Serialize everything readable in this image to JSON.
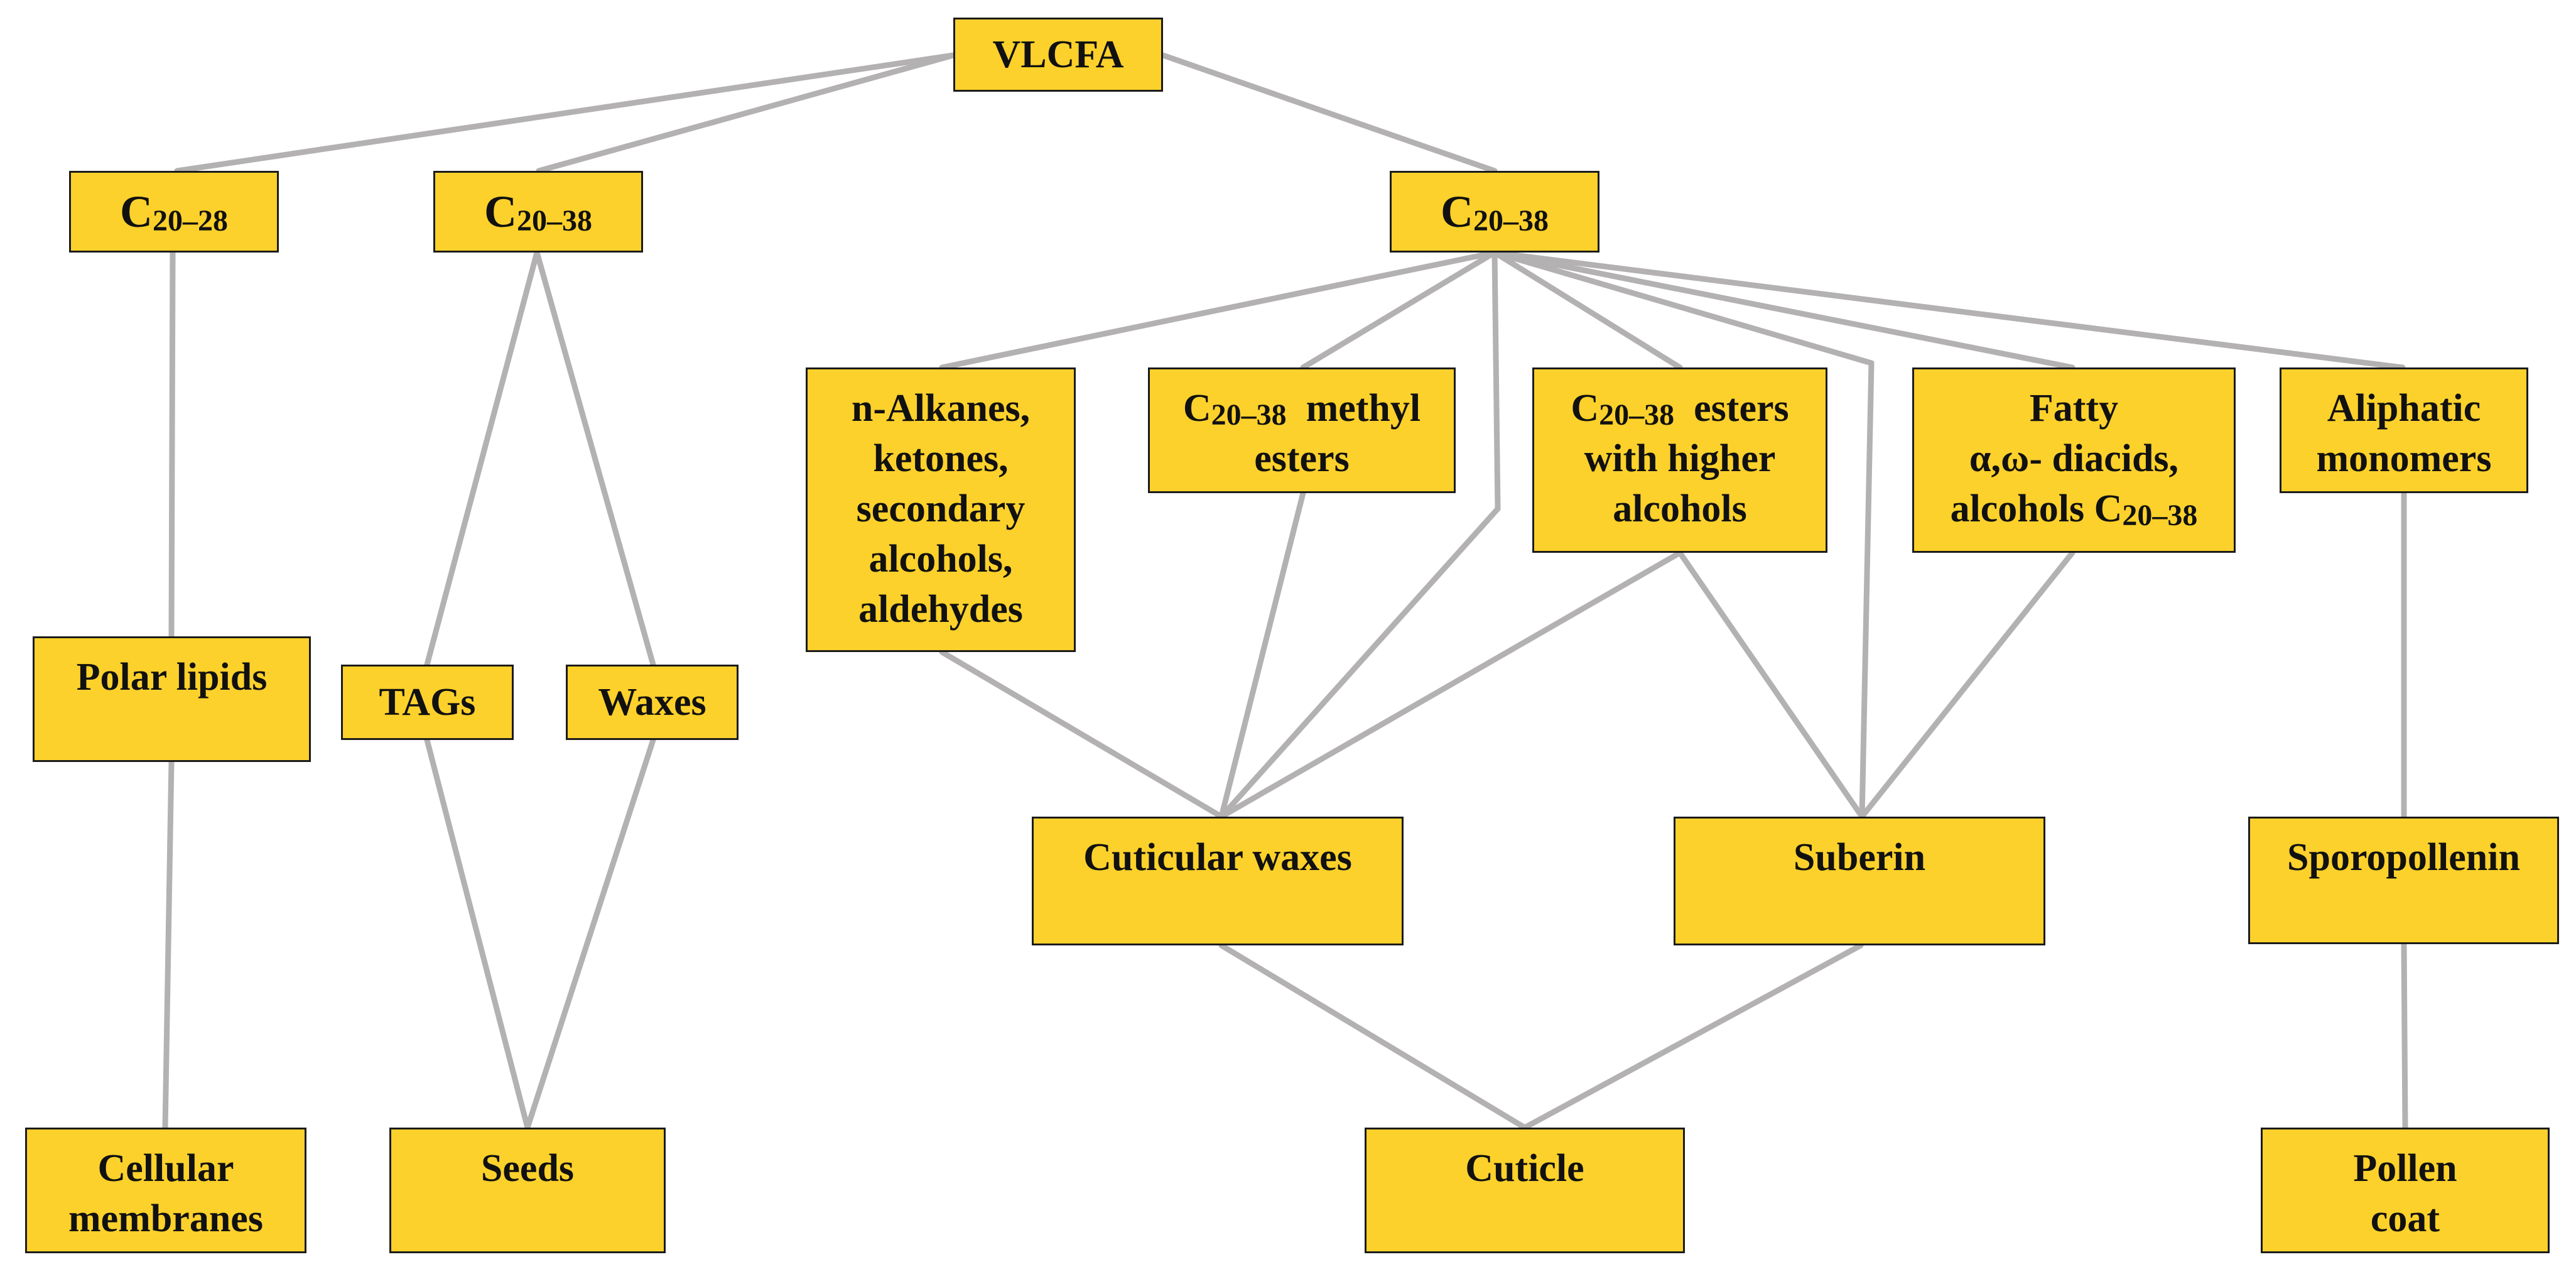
{
  "colors": {
    "node_fill": "#fdd12b",
    "node_border": "#1b1b1b",
    "edge": "#b3b1b2",
    "text": "#111111"
  },
  "nodes": {
    "vlcfa": {
      "lines": [
        "VLCFA"
      ]
    },
    "c20_28": {
      "main": "C",
      "sub": "20–28"
    },
    "c20_38_left": {
      "main": "C",
      "sub": "20–38"
    },
    "c20_38_right": {
      "main": "C",
      "sub": "20–38"
    },
    "alkanes": {
      "lines": [
        "n-Alkanes,",
        "ketones,",
        "secondary",
        "alcohols,",
        "aldehydes"
      ]
    },
    "methyl_esters": {
      "l1_main": "C",
      "l1_sub": "20–38",
      "l1_rest": "  methyl",
      "l2": "esters"
    },
    "esters_higher": {
      "l1_main": "C",
      "l1_sub": "20–38",
      "l1_rest": "  esters",
      "l2": "with higher",
      "l3": "alcohols"
    },
    "fatty": {
      "l1": "Fatty",
      "l2": "α,ω- diacids,",
      "l3_main": "alcohols C",
      "l3_sub": "20–38"
    },
    "aliphatic": {
      "lines": [
        "Aliphatic",
        "monomers"
      ]
    },
    "polar_lipids": {
      "lines": [
        "Polar lipids"
      ]
    },
    "tags": {
      "lines": [
        "TAGs"
      ]
    },
    "waxes": {
      "lines": [
        "Waxes"
      ]
    },
    "cuticular_waxes": {
      "lines": [
        "Cuticular waxes"
      ]
    },
    "suberin": {
      "lines": [
        "Suberin"
      ]
    },
    "sporopollenin": {
      "lines": [
        "Sporopollenin"
      ]
    },
    "cellular_membranes": {
      "lines": [
        "Cellular",
        "membranes"
      ]
    },
    "seeds": {
      "lines": [
        "Seeds"
      ]
    },
    "cuticle": {
      "lines": [
        "Cuticle"
      ]
    },
    "pollen_coat": {
      "lines": [
        "Pollen",
        "coat"
      ]
    }
  }
}
